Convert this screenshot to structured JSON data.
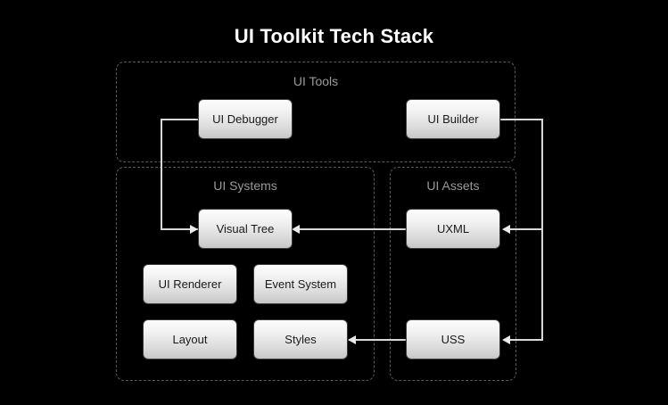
{
  "title": "UI Toolkit Tech Stack",
  "background_color": "#000000",
  "title_color": "#ffffff",
  "group_label_color": "#9a9a9a",
  "node_text_color": "#1a1a1a",
  "edge_color": "#d8d8d8",
  "groups": [
    {
      "id": "ui-tools",
      "label": "UI Tools"
    },
    {
      "id": "ui-systems",
      "label": "UI Systems"
    },
    {
      "id": "ui-assets",
      "label": "UI Assets"
    }
  ],
  "nodes": [
    {
      "id": "ui-debugger",
      "label": "UI Debugger",
      "group": "UI Tools"
    },
    {
      "id": "ui-builder",
      "label": "UI Builder",
      "group": "UI Tools"
    },
    {
      "id": "visual-tree",
      "label": "Visual Tree",
      "group": "UI Systems"
    },
    {
      "id": "ui-renderer",
      "label": "UI Renderer",
      "group": "UI Systems"
    },
    {
      "id": "event-system",
      "label": "Event System",
      "group": "UI Systems"
    },
    {
      "id": "layout",
      "label": "Layout",
      "group": "UI Systems"
    },
    {
      "id": "styles",
      "label": "Styles",
      "group": "UI Systems"
    },
    {
      "id": "uxml",
      "label": "UXML",
      "group": "UI Assets"
    },
    {
      "id": "uss",
      "label": "USS",
      "group": "UI Assets"
    }
  ],
  "edges": [
    {
      "from": "UI Debugger",
      "to": "Visual Tree"
    },
    {
      "from": "UXML",
      "to": "Visual Tree"
    },
    {
      "from": "USS",
      "to": "Styles"
    },
    {
      "from": "UI Builder",
      "to": "UXML"
    },
    {
      "from": "UI Builder",
      "to": "USS"
    }
  ]
}
